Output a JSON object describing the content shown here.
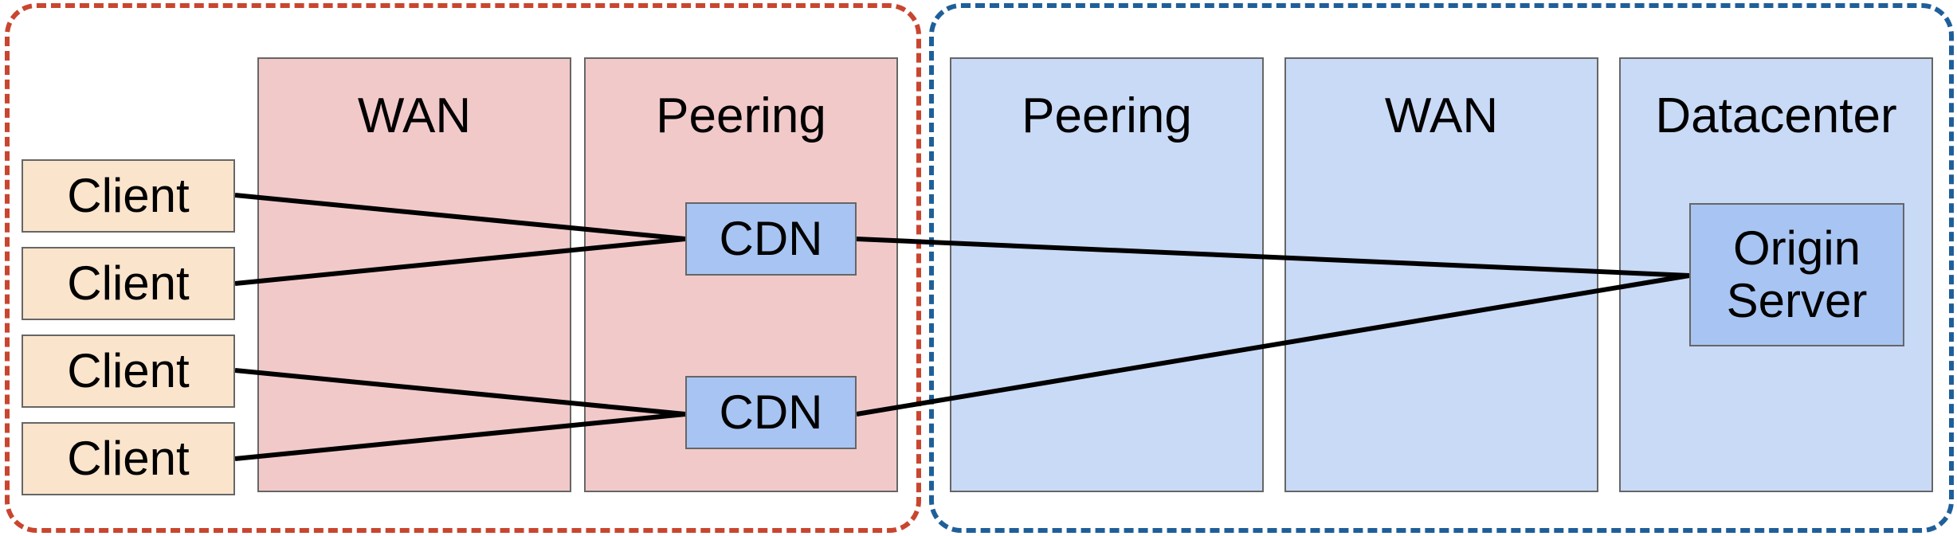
{
  "zones": {
    "wan_left": "WAN",
    "peering_left": "Peering",
    "peering_right": "Peering",
    "wan_right": "WAN",
    "datacenter": "Datacenter"
  },
  "nodes": {
    "clients": [
      "Client",
      "Client",
      "Client",
      "Client"
    ],
    "cdns": [
      "CDN",
      "CDN"
    ],
    "origin": "Origin\nServer"
  },
  "colors": {
    "left_group_border": "#c9452f",
    "right_group_border": "#1f5f99",
    "left_zone_fill": "#f2c9c9",
    "right_zone_fill": "#c9daf6",
    "client_fill": "#fbe4cc",
    "server_fill": "#a8c4f2"
  }
}
